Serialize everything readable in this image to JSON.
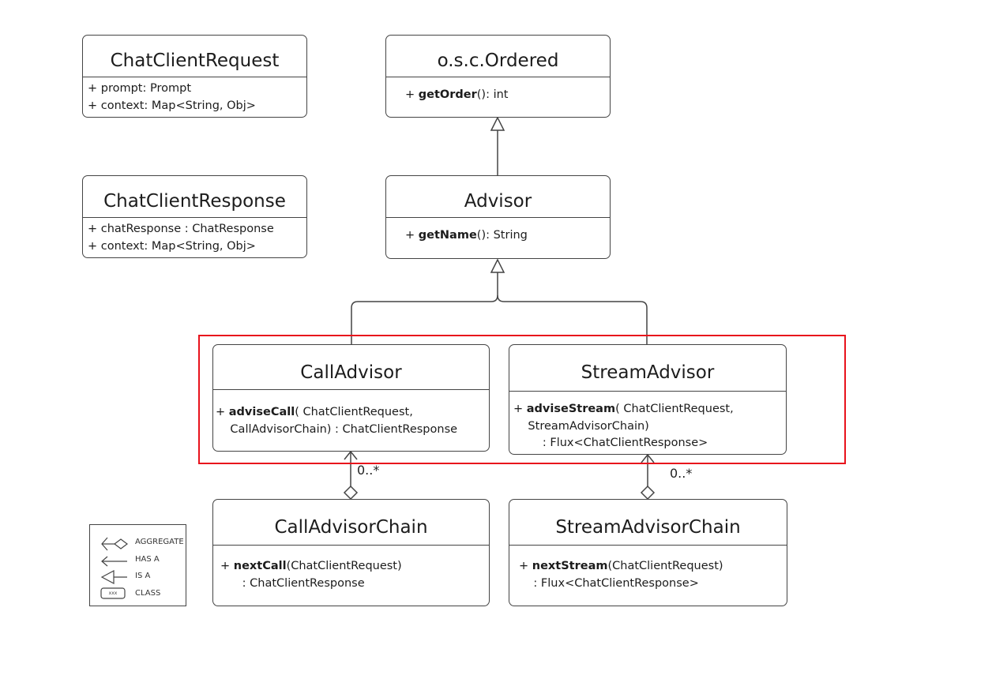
{
  "classes": {
    "chat_client_request": {
      "title": "ChatClientRequest",
      "lines": [
        "+ prompt: Prompt",
        "+ context: Map<String, Obj>"
      ]
    },
    "ordered": {
      "title": "o.s.c.Ordered",
      "pre": "+ ",
      "method": "getOrder",
      "post": "(): int"
    },
    "chat_client_response": {
      "title": "ChatClientResponse",
      "lines": [
        "+ chatResponse : ChatResponse",
        "+ context: Map<String, Obj>"
      ]
    },
    "advisor": {
      "title": "Advisor",
      "pre": "+ ",
      "method": "getName",
      "post": "(): String"
    },
    "call_advisor": {
      "title": "CallAdvisor",
      "pre": "+ ",
      "method": "adviseCall",
      "post": "( ChatClientRequest,",
      "line2": "    CallAdvisorChain) : ChatClientResponse"
    },
    "stream_advisor": {
      "title": "StreamAdvisor",
      "pre": "+ ",
      "method": "adviseStream",
      "post": "( ChatClientRequest,",
      "line2": "    StreamAdvisorChain)",
      "line3": "        : Flux<ChatClientResponse>"
    },
    "call_advisor_chain": {
      "title": "CallAdvisorChain",
      "pre": "+ ",
      "method": "nextCall",
      "post": "(ChatClientRequest)",
      "line2": "      : ChatClientResponse"
    },
    "stream_advisor_chain": {
      "title": "StreamAdvisorChain",
      "pre": "+ ",
      "method": "nextStream",
      "post": "(ChatClientRequest)",
      "line2": "    : Flux<ChatClientResponse>"
    }
  },
  "multiplicity": {
    "call": "0..*",
    "stream": "0..*"
  },
  "legend": {
    "aggregate": "AGGREGATE",
    "has_a": "HAS A",
    "is_a": "IS A",
    "class": "CLASS",
    "class_box_text": "xxx"
  },
  "colors": {
    "border": "#444444",
    "highlight": "#e8121c",
    "text": "#1c1c1c"
  }
}
